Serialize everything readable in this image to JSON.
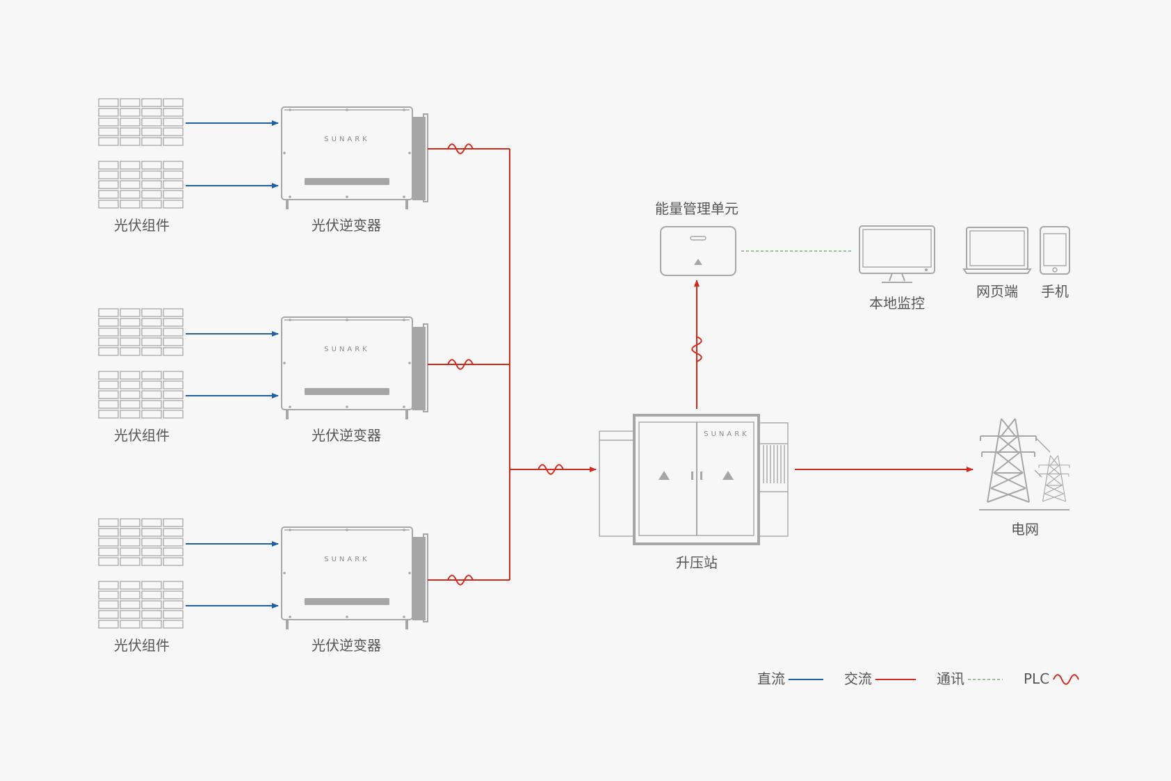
{
  "colors": {
    "dc": "#1f5fa6",
    "ac": "#d12a1c",
    "comm": "#7fae7f",
    "device": "#a6a6a6",
    "label": "#555555",
    "background": "#f7f7f7"
  },
  "labels": {
    "pv_module": "光伏组件",
    "inverter": "光伏逆变器",
    "brand": "SUNARK",
    "ems": "能量管理单元",
    "local_monitor": "本地监控",
    "web": "网页端",
    "mobile": "手机",
    "substation": "升压站",
    "grid": "电网"
  },
  "pv_groups": [
    {
      "module_label": "光伏组件",
      "inverter_label": "光伏逆变器"
    },
    {
      "module_label": "光伏组件",
      "inverter_label": "光伏逆变器"
    },
    {
      "module_label": "光伏组件",
      "inverter_label": "光伏逆变器"
    }
  ],
  "legend": [
    {
      "label": "直流",
      "style": "dc"
    },
    {
      "label": "交流",
      "style": "ac"
    },
    {
      "label": "通讯",
      "style": "comm"
    },
    {
      "label": "PLC",
      "style": "plc"
    }
  ]
}
